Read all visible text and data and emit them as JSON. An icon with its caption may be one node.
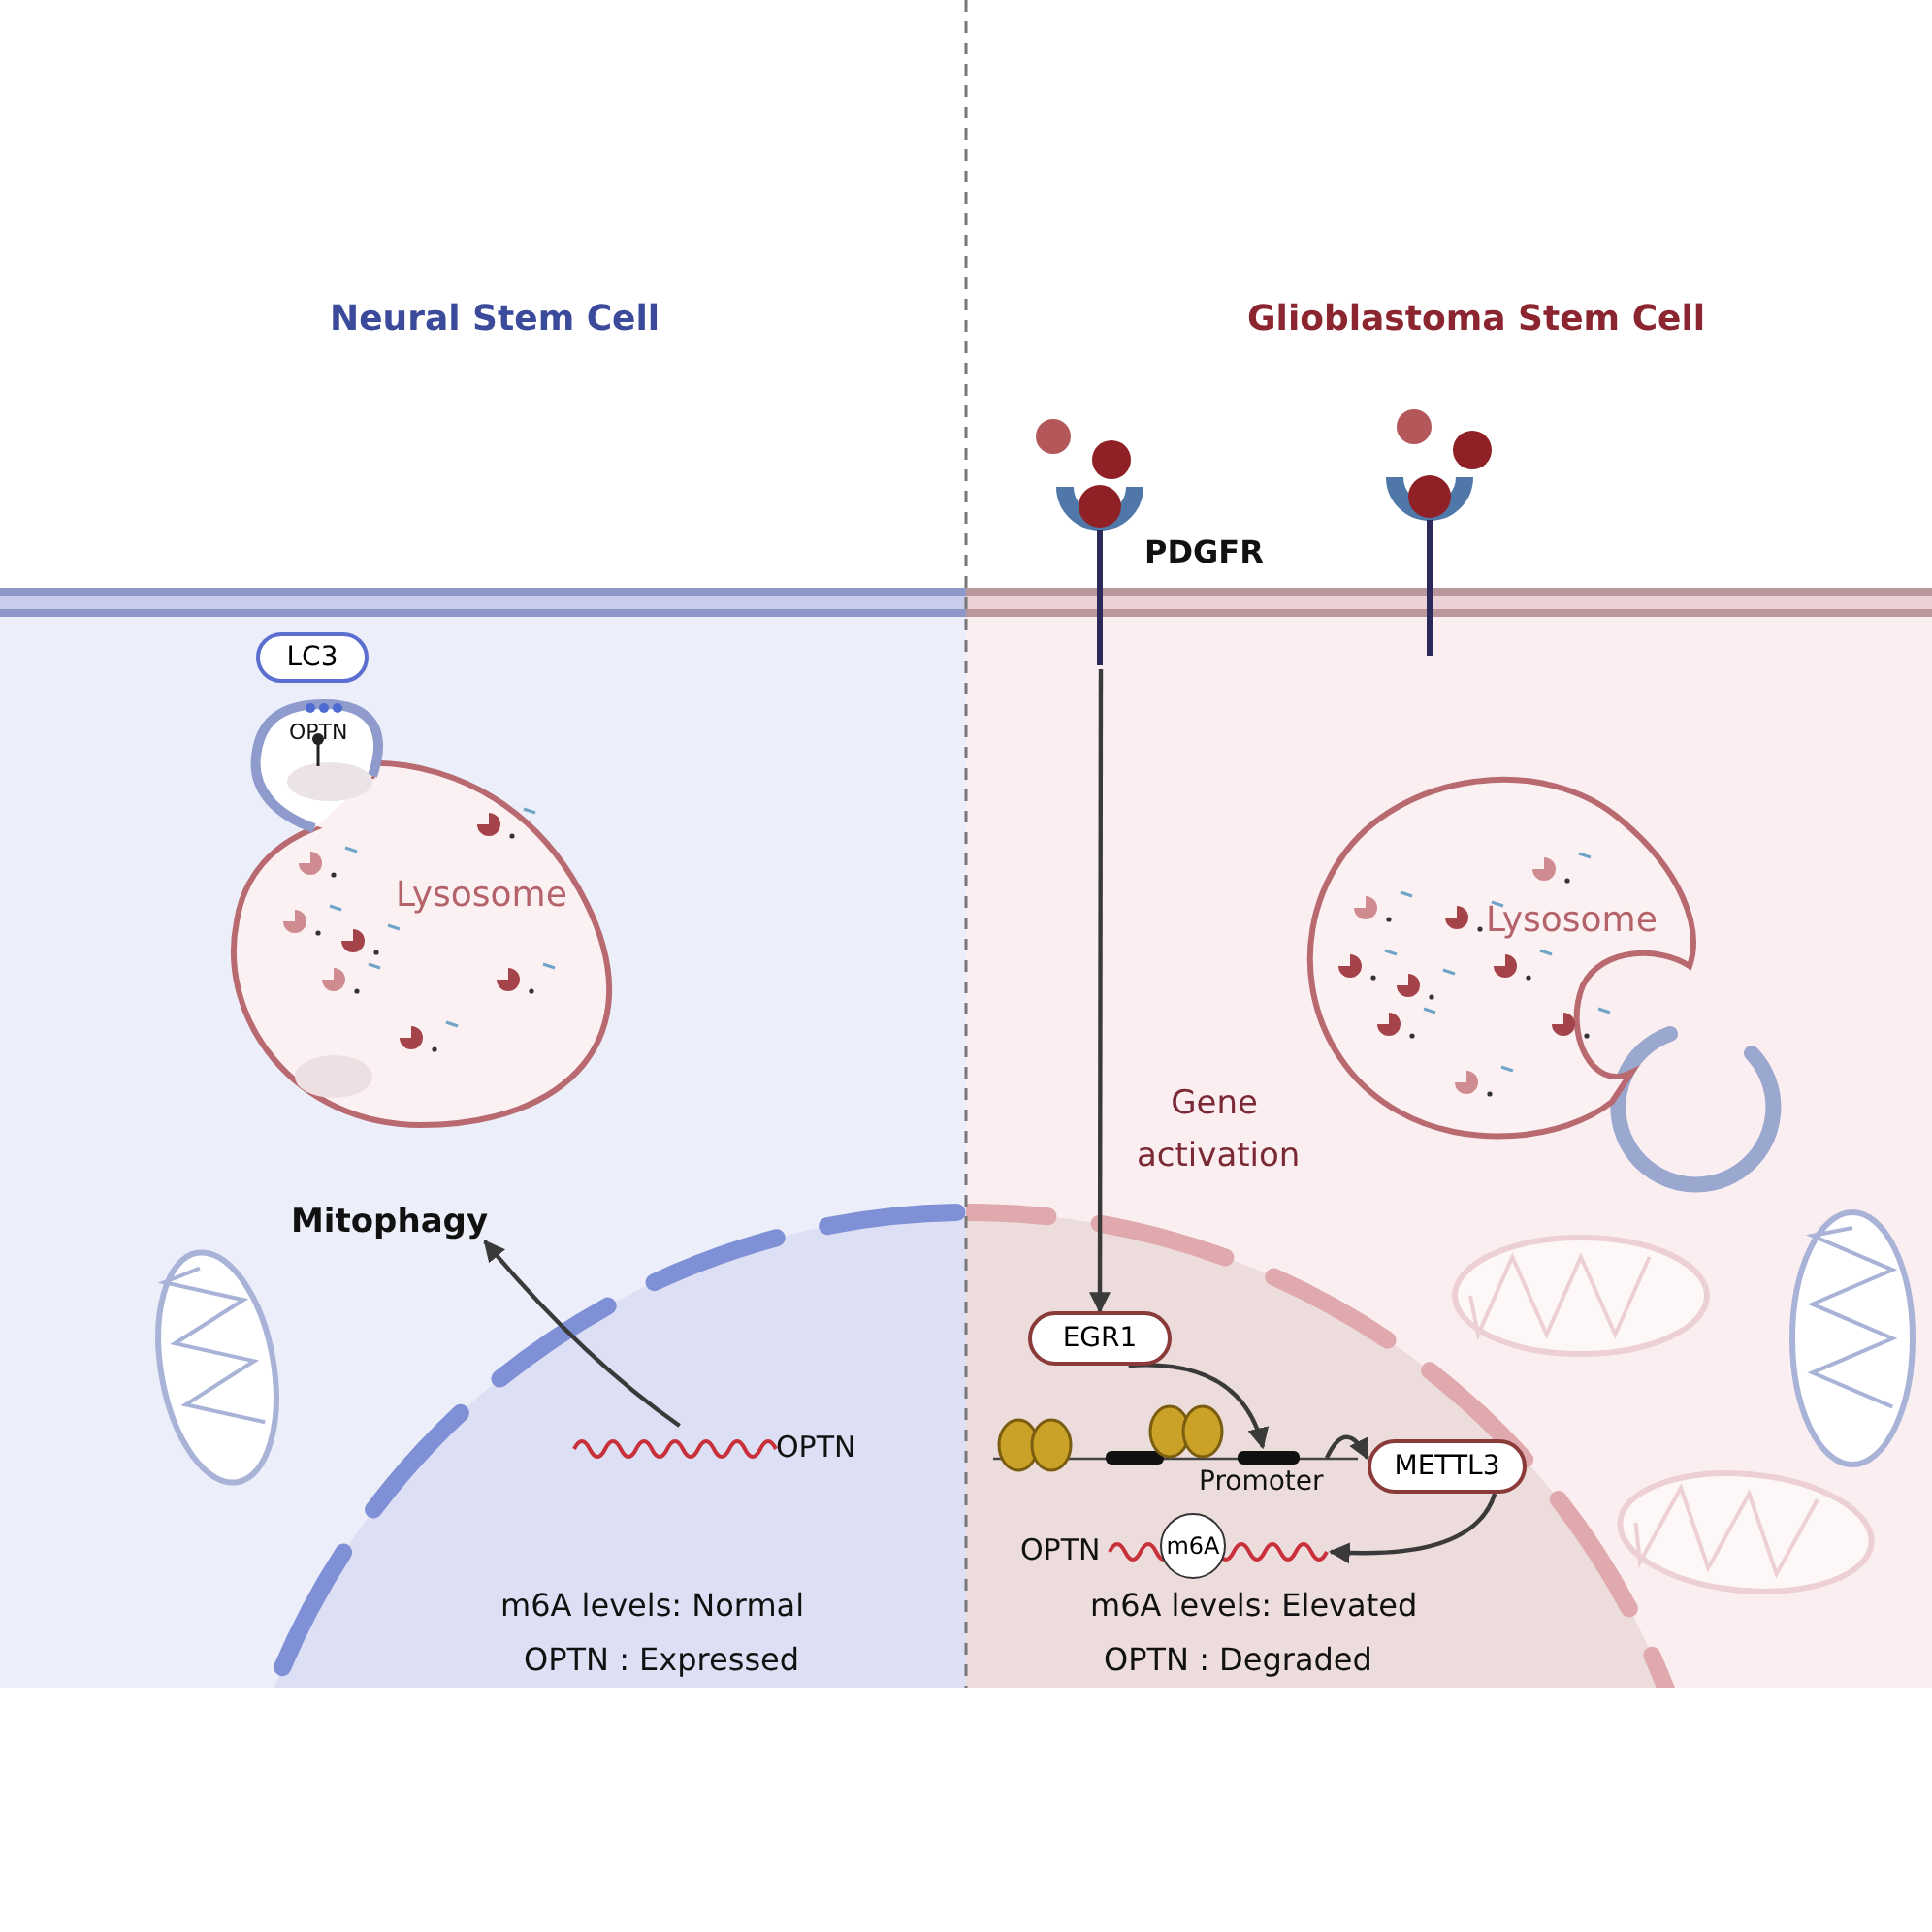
{
  "diagram": {
    "nodes": [
      {
        "text": [
          "LC3"
        ]
      },
      {
        "text": [
          "Lysosome"
        ]
      },
      {
        "text": [
          "Mitophagy"
        ]
      },
      {
        "text": [
          "OPTN"
        ]
      },
      {
        "text": [
          "PDGFR"
        ]
      },
      {
        "text": [
          "Lysosome"
        ]
      },
      {
        "text": [
          "EGR1"
        ]
      },
      {
        "text": [
          "Promoter"
        ]
      },
      {
        "text": [
          "METTL3"
        ]
      },
      {
        "text": [
          "OPTN"
        ]
      },
      {
        "text": [
          "m6A"
        ]
      }
    ],
    "edges": [
      {
        "from": 3,
        "to": 2,
        "arrow": "to"
      },
      {
        "from": 4,
        "to": 6,
        "arrow": "to",
        "label": "Gene activation"
      },
      {
        "from": 6,
        "to": 7,
        "arrow": "to"
      },
      {
        "from": 7,
        "to": 8,
        "arrow": "to"
      },
      {
        "from": 8,
        "to": 9,
        "arrow": "to"
      }
    ],
    "labels": [
      "Neural Stem Cell",
      "Glioblastoma Stem Cell",
      "OPTN",
      "m6A levels: Normal",
      "OPTN : Expressed",
      "m6A levels: Elevated",
      "OPTN : Degraded"
    ]
  }
}
